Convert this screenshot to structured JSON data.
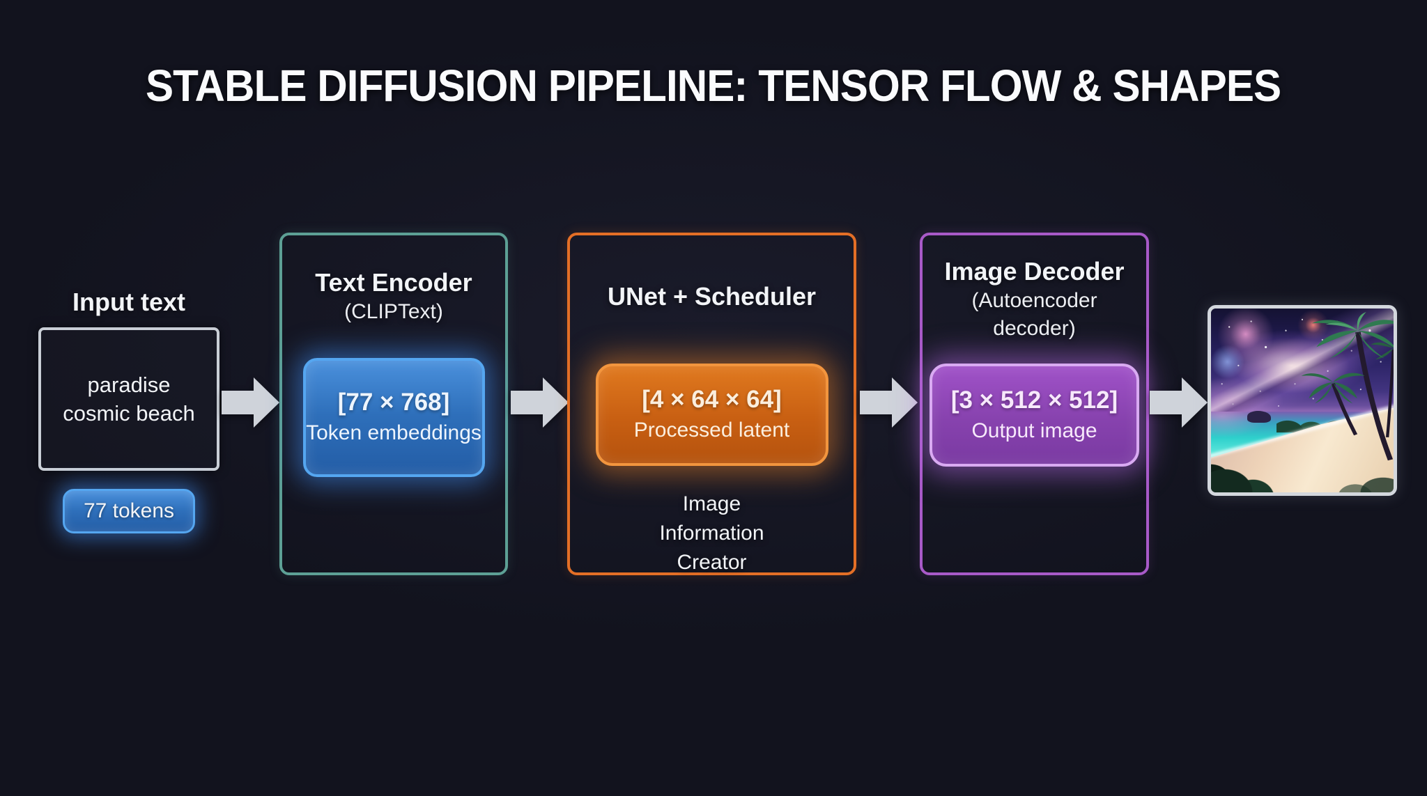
{
  "title": "STABLE DIFFUSION PIPELINE: TENSOR FLOW & SHAPES",
  "stages": {
    "input": {
      "label": "Input text",
      "prompt": "paradise cosmic beach",
      "badge": "77 tokens"
    },
    "text_encoder": {
      "title": "Text Encoder",
      "subtitle": "(CLIPText)",
      "tensor_shape": "[77 × 768]",
      "tensor_label": "Token embeddings"
    },
    "unet": {
      "title": "UNet + Scheduler",
      "tensor_shape": "[4 × 64 × 64]",
      "tensor_label": "Processed latent",
      "caption": "Image Information Creator"
    },
    "image_decoder": {
      "title": "Image Decoder",
      "subtitle": "(Autoencoder decoder)",
      "tensor_shape": "[3 × 512 × 512]",
      "tensor_label": "Output image"
    },
    "output": {
      "alt": "Generated image: cosmic galaxy sky over a turquoise paradise beach with palm trees"
    }
  },
  "colors": {
    "background": "#12131e",
    "text": "#f2f4f7",
    "panel_border_gray": "#c9ced6",
    "encoder_border": "#5da095",
    "unet_border": "#e46f26",
    "decoder_border": "#a85ac8",
    "blue_border": "#55a6f0",
    "orange_border": "#f2953e",
    "purple_border": "#d9aaf2",
    "arrow": "#cfd3da"
  }
}
